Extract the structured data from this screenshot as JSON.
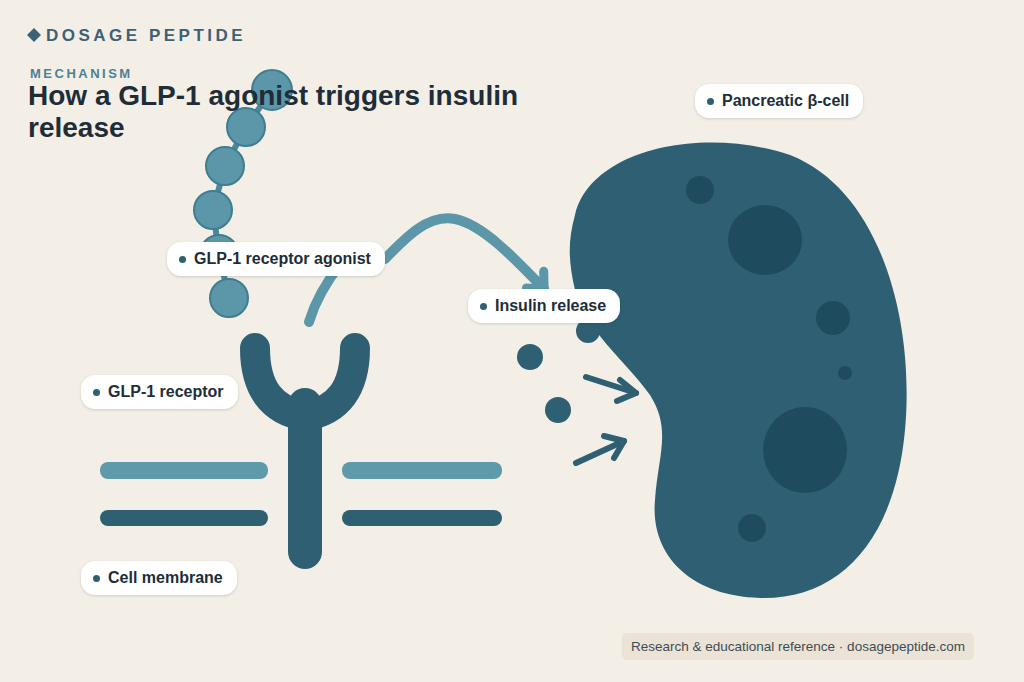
{
  "diagram": {
    "title": "How a GLP-1 agonist triggers insulin release",
    "nodes": [
      {
        "text": [
          "Pancreatic β-cell"
        ]
      },
      {
        "text": [
          "GLP-1 receptor agonist"
        ]
      },
      {
        "text": [
          "Insulin release"
        ]
      },
      {
        "text": [
          "GLP-1 receptor"
        ]
      },
      {
        "text": [
          "Cell membrane"
        ]
      }
    ],
    "edges": [
      {
        "from": 1,
        "to": 2,
        "arrow": "to"
      }
    ],
    "labels": [
      "DOSAGE PEPTIDE",
      "MECHANISM",
      "Research & educational reference · dosagepeptide.com"
    ]
  }
}
